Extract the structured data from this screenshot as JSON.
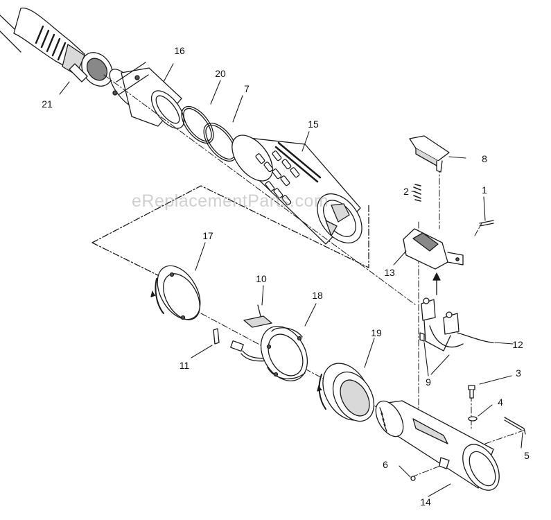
{
  "watermark": "eReplacementParts.com",
  "colors": {
    "line": "#1a1a1a",
    "part_fill": "#ffffff",
    "shade": "#d9d9d9",
    "dark": "#555555"
  },
  "parts": [
    {
      "id": "21",
      "label": "21"
    },
    {
      "id": "16",
      "label": "16"
    },
    {
      "id": "20",
      "label": "20"
    },
    {
      "id": "7",
      "label": "7"
    },
    {
      "id": "15",
      "label": "15"
    },
    {
      "id": "8",
      "label": "8"
    },
    {
      "id": "2",
      "label": "2"
    },
    {
      "id": "1",
      "label": "1"
    },
    {
      "id": "13",
      "label": "13"
    },
    {
      "id": "17",
      "label": "17"
    },
    {
      "id": "10",
      "label": "10"
    },
    {
      "id": "18",
      "label": "18"
    },
    {
      "id": "11",
      "label": "11"
    },
    {
      "id": "19",
      "label": "19"
    },
    {
      "id": "12",
      "label": "12"
    },
    {
      "id": "9",
      "label": "9"
    },
    {
      "id": "3",
      "label": "3"
    },
    {
      "id": "4",
      "label": "4"
    },
    {
      "id": "5",
      "label": "5"
    },
    {
      "id": "6",
      "label": "6"
    },
    {
      "id": "14",
      "label": "14"
    }
  ]
}
